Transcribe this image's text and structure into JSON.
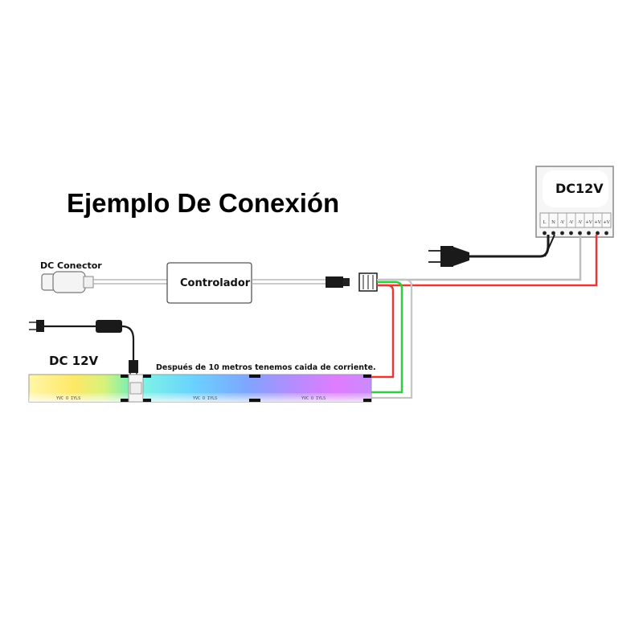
{
  "title": "Ejemplo De Conexión",
  "labels": {
    "dc_connector": "DC Conector",
    "controller": "Controlador",
    "psu_voltage": "DC12V",
    "adapter_voltage": "DC 12V",
    "note": "Después de 10 metros tenemos caida de corriente."
  },
  "terminals": [
    "L",
    "N",
    "-V",
    "-V",
    "-V",
    "+V",
    "+V",
    "+V"
  ],
  "colors": {
    "wire_red": "#e53935",
    "wire_green": "#2ecc40",
    "wire_gray": "#bdbdbd",
    "cable_black": "#1a1a1a"
  }
}
